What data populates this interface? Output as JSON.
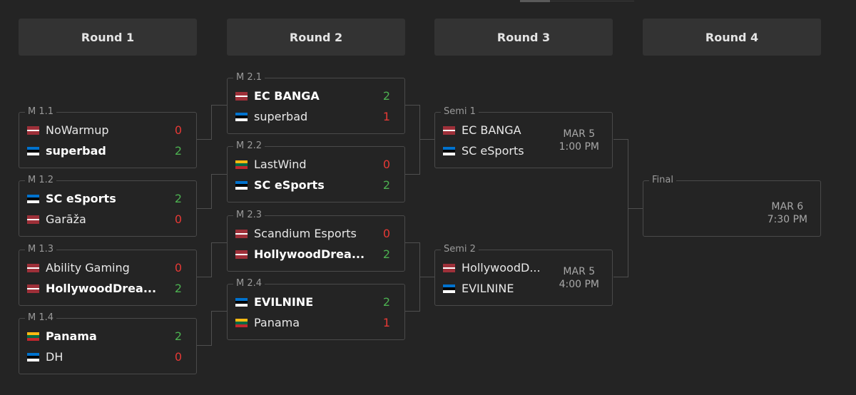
{
  "rounds": [
    "Round 1",
    "Round 2",
    "Round 3",
    "Round 4"
  ],
  "round1": [
    {
      "label": "M 1.1",
      "teams": [
        {
          "name": "NoWarmup",
          "flag": "latvia-flag",
          "score": "0",
          "winner": false
        },
        {
          "name": "superbad",
          "flag": "estonia-flag",
          "score": "2",
          "winner": true
        }
      ]
    },
    {
      "label": "M 1.2",
      "teams": [
        {
          "name": "SC eSports",
          "flag": "estonia-flag",
          "score": "2",
          "winner": true
        },
        {
          "name": "Garāža",
          "flag": "latvia-flag",
          "score": "0",
          "winner": false
        }
      ]
    },
    {
      "label": "M 1.3",
      "teams": [
        {
          "name": "Ability Gaming",
          "flag": "latvia-flag",
          "score": "0",
          "winner": false
        },
        {
          "name": "HollywoodDrea...",
          "flag": "latvia-flag",
          "score": "2",
          "winner": true
        }
      ]
    },
    {
      "label": "M 1.4",
      "teams": [
        {
          "name": "Panama",
          "flag": "lithuania-flag",
          "score": "2",
          "winner": true
        },
        {
          "name": "DH",
          "flag": "estonia-flag",
          "score": "0",
          "winner": false
        }
      ]
    }
  ],
  "round2": [
    {
      "label": "M 2.1",
      "teams": [
        {
          "name": "EC BANGA",
          "flag": "latvia-flag",
          "score": "2",
          "winner": true
        },
        {
          "name": "superbad",
          "flag": "estonia-flag",
          "score": "1",
          "winner": false
        }
      ]
    },
    {
      "label": "M 2.2",
      "teams": [
        {
          "name": "LastWind",
          "flag": "lithuania-flag",
          "score": "0",
          "winner": false
        },
        {
          "name": "SC eSports",
          "flag": "estonia-flag",
          "score": "2",
          "winner": true
        }
      ]
    },
    {
      "label": "M 2.3",
      "teams": [
        {
          "name": "Scandium Esports",
          "flag": "latvia-flag",
          "score": "0",
          "winner": false
        },
        {
          "name": "HollywoodDrea...",
          "flag": "latvia-flag",
          "score": "2",
          "winner": true
        }
      ]
    },
    {
      "label": "M 2.4",
      "teams": [
        {
          "name": "EVILNINE",
          "flag": "estonia-flag",
          "score": "2",
          "winner": true
        },
        {
          "name": "Panama",
          "flag": "lithuania-flag",
          "score": "1",
          "winner": false
        }
      ]
    }
  ],
  "round3": [
    {
      "label": "Semi 1",
      "date": "MAR 5",
      "time": "1:00 PM",
      "teams": [
        {
          "name": "EC BANGA",
          "flag": "latvia-flag"
        },
        {
          "name": "SC eSports",
          "flag": "estonia-flag"
        }
      ]
    },
    {
      "label": "Semi 2",
      "date": "MAR 5",
      "time": "4:00 PM",
      "teams": [
        {
          "name": "HollywoodD...",
          "flag": "latvia-flag"
        },
        {
          "name": "EVILNINE",
          "flag": "estonia-flag"
        }
      ]
    }
  ],
  "final": {
    "label": "Final",
    "date": "MAR 6",
    "time": "7:30 PM"
  },
  "colors": {
    "background": "#242424",
    "header": "#333333",
    "border": "#4a4a4a",
    "win": "#4caf50",
    "lose": "#e53935"
  }
}
